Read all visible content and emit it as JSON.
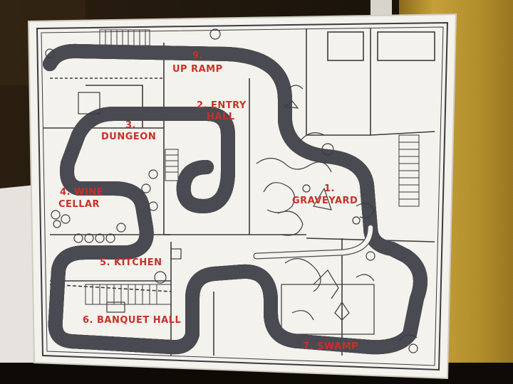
{
  "photo": {
    "subject": "Floor plan board of a ride track layout",
    "colors": {
      "board": "#f4f2ec",
      "ink": "#3b3b40",
      "label_red": "#c8302a",
      "curtain": "#b8952f",
      "backdrop": "#1a140c",
      "table": "#e6e3de"
    }
  },
  "labels": {
    "up_ramp_num": "9.",
    "up_ramp": "UP RAMP",
    "entry_num": "2. ENTRY",
    "entry_hall": "HALL",
    "dungeon_num": "3.",
    "dungeon": "DUNGEON",
    "wine_num": "4. WINE",
    "wine_cellar": "CELLAR",
    "graveyard_num": "1.",
    "graveyard": "GRAVEYARD",
    "kitchen": "5. KITCHEN",
    "banquet": "6. BANQUET HALL",
    "swamp": "7. SWAMP"
  }
}
